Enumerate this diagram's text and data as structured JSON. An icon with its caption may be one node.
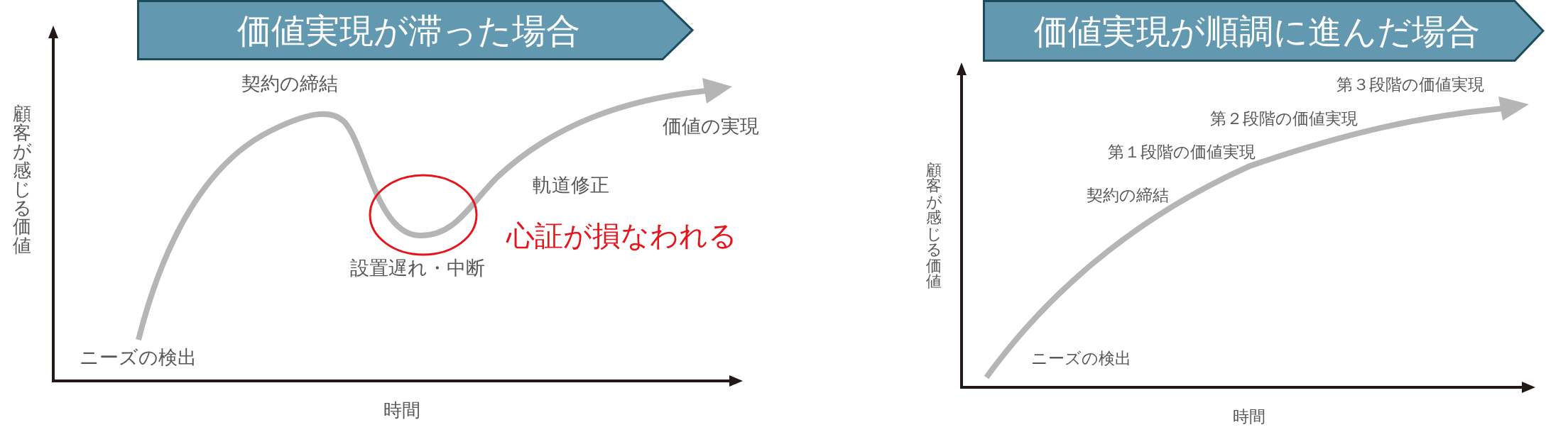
{
  "diagram": {
    "nodes": [
      {
        "text": [
          "価値実現が滞った場合"
        ]
      },
      {
        "text": [],
        "shape": "circle",
        "beside": [
          "心証が損なわれる"
        ]
      },
      {
        "text": [
          "価値実現が順調に進んだ場合"
        ]
      }
    ],
    "labels": [
      "顧客が感じる価値",
      "契約の締結",
      "価値の実現",
      "軌道修正",
      "設置遅れ・中断",
      "ニーズの検出",
      "時間",
      "顧客が感じる価値",
      "第３段階の価値実現",
      "第２段階の価値実現",
      "第１段階の価値実現",
      "契約の締結",
      "ニーズの検出",
      "時間"
    ]
  }
}
